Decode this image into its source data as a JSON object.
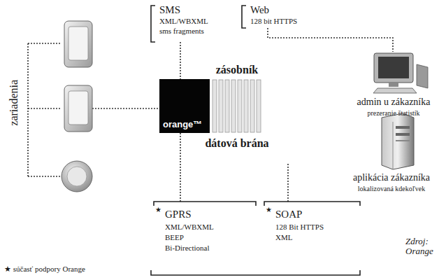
{
  "diagram": {
    "nodes": [
      {
        "text": [
          "orange™"
        ]
      },
      {
        "text": [
          "zásobník",
          "dátová brána"
        ]
      }
    ],
    "labels": [
      "zariadenia",
      "SMS",
      "XML/WBXML",
      "sms fragments",
      "Web",
      "128 bit HTTPS",
      "admin u zákazníka",
      "prezeranie štatistík",
      "aplikácia zákazníka",
      "lokalizovaná kdekoľvek",
      "★",
      "GPRS",
      "XML/WBXML",
      "BEEP",
      "Bi-Directional",
      "★",
      "SOAP",
      "128 Bit HTTPS",
      "XML",
      "★ súčasť podpory Orange",
      "Zdroj: Orange"
    ]
  }
}
